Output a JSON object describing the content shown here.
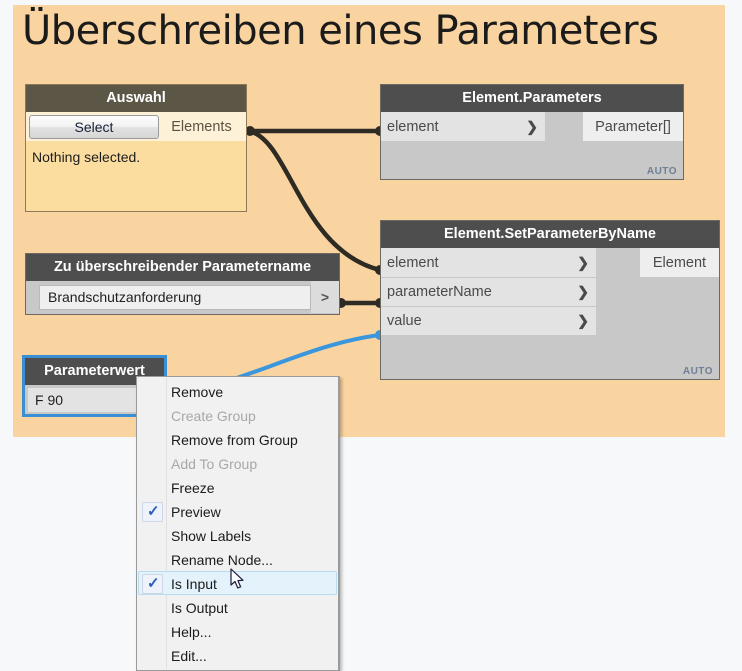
{
  "group": {
    "title": "Überschreiben eines Parameters",
    "color": "#fad4a0"
  },
  "nodes": {
    "auswahl": {
      "title": "Auswahl",
      "button_label": "Select",
      "output_port": "Elements",
      "body_text": "Nothing selected."
    },
    "element_parameters": {
      "title": "Element.Parameters",
      "inputs": [
        "element"
      ],
      "outputs": [
        "Parameter[]"
      ],
      "footer": "AUTO"
    },
    "set_parameter_by_name": {
      "title": "Element.SetParameterByName",
      "inputs": [
        "element",
        "parameterName",
        "value"
      ],
      "outputs": [
        "Element"
      ],
      "footer": "AUTO"
    },
    "parametername": {
      "title": "Zu überschreibender Parametername",
      "value": "Brandschutzanforderung",
      "chevron": ">"
    },
    "parameterwert": {
      "title": "Parameterwert",
      "value": "F 90",
      "selected_color": "#3a8fd4"
    }
  },
  "context_menu": {
    "items": [
      {
        "label": "Remove",
        "checked": false,
        "disabled": false,
        "highlight": false
      },
      {
        "label": "Create Group",
        "checked": false,
        "disabled": true,
        "highlight": false
      },
      {
        "label": "Remove from Group",
        "checked": false,
        "disabled": false,
        "highlight": false
      },
      {
        "label": "Add To Group",
        "checked": false,
        "disabled": true,
        "highlight": false
      },
      {
        "label": "Freeze",
        "checked": false,
        "disabled": false,
        "highlight": false
      },
      {
        "label": "Preview",
        "checked": true,
        "disabled": false,
        "highlight": false
      },
      {
        "label": "Show Labels",
        "checked": false,
        "disabled": false,
        "highlight": false
      },
      {
        "label": "Rename Node...",
        "checked": false,
        "disabled": false,
        "highlight": false
      },
      {
        "label": "Is Input",
        "checked": true,
        "disabled": false,
        "highlight": true
      },
      {
        "label": "Is Output",
        "checked": false,
        "disabled": false,
        "highlight": false
      },
      {
        "label": "Help...",
        "checked": false,
        "disabled": false,
        "highlight": false
      },
      {
        "label": "Edit...",
        "checked": false,
        "disabled": false,
        "highlight": false
      }
    ]
  },
  "wires": {
    "default_color": "#2e2b24",
    "active_color": "#3a96dd"
  }
}
